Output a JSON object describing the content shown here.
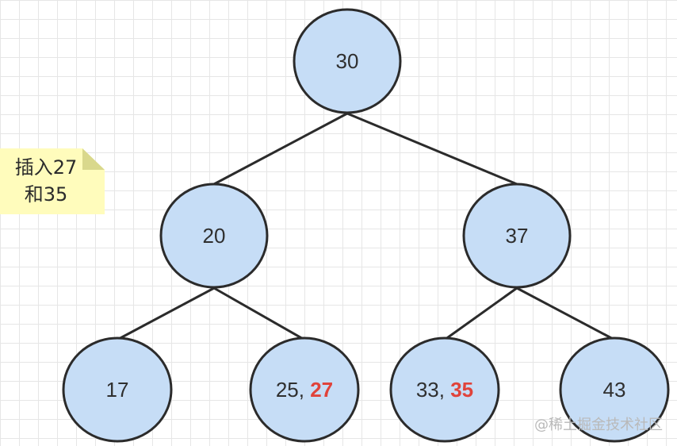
{
  "note": {
    "line1": "插入27",
    "line2": "和35"
  },
  "nodes": {
    "root": "30",
    "left": "20",
    "right": "37",
    "ll": "17",
    "lr_main": "25, ",
    "lr_new": "27",
    "rl_main": "33, ",
    "rl_new": "35",
    "rr": "43"
  },
  "watermark": "@稀土掘金技术社区",
  "colors": {
    "node_fill": "#c6ddf6",
    "node_stroke": "#2b2b2b",
    "highlight": "#e0433b",
    "note_fill": "#fffcbc"
  }
}
